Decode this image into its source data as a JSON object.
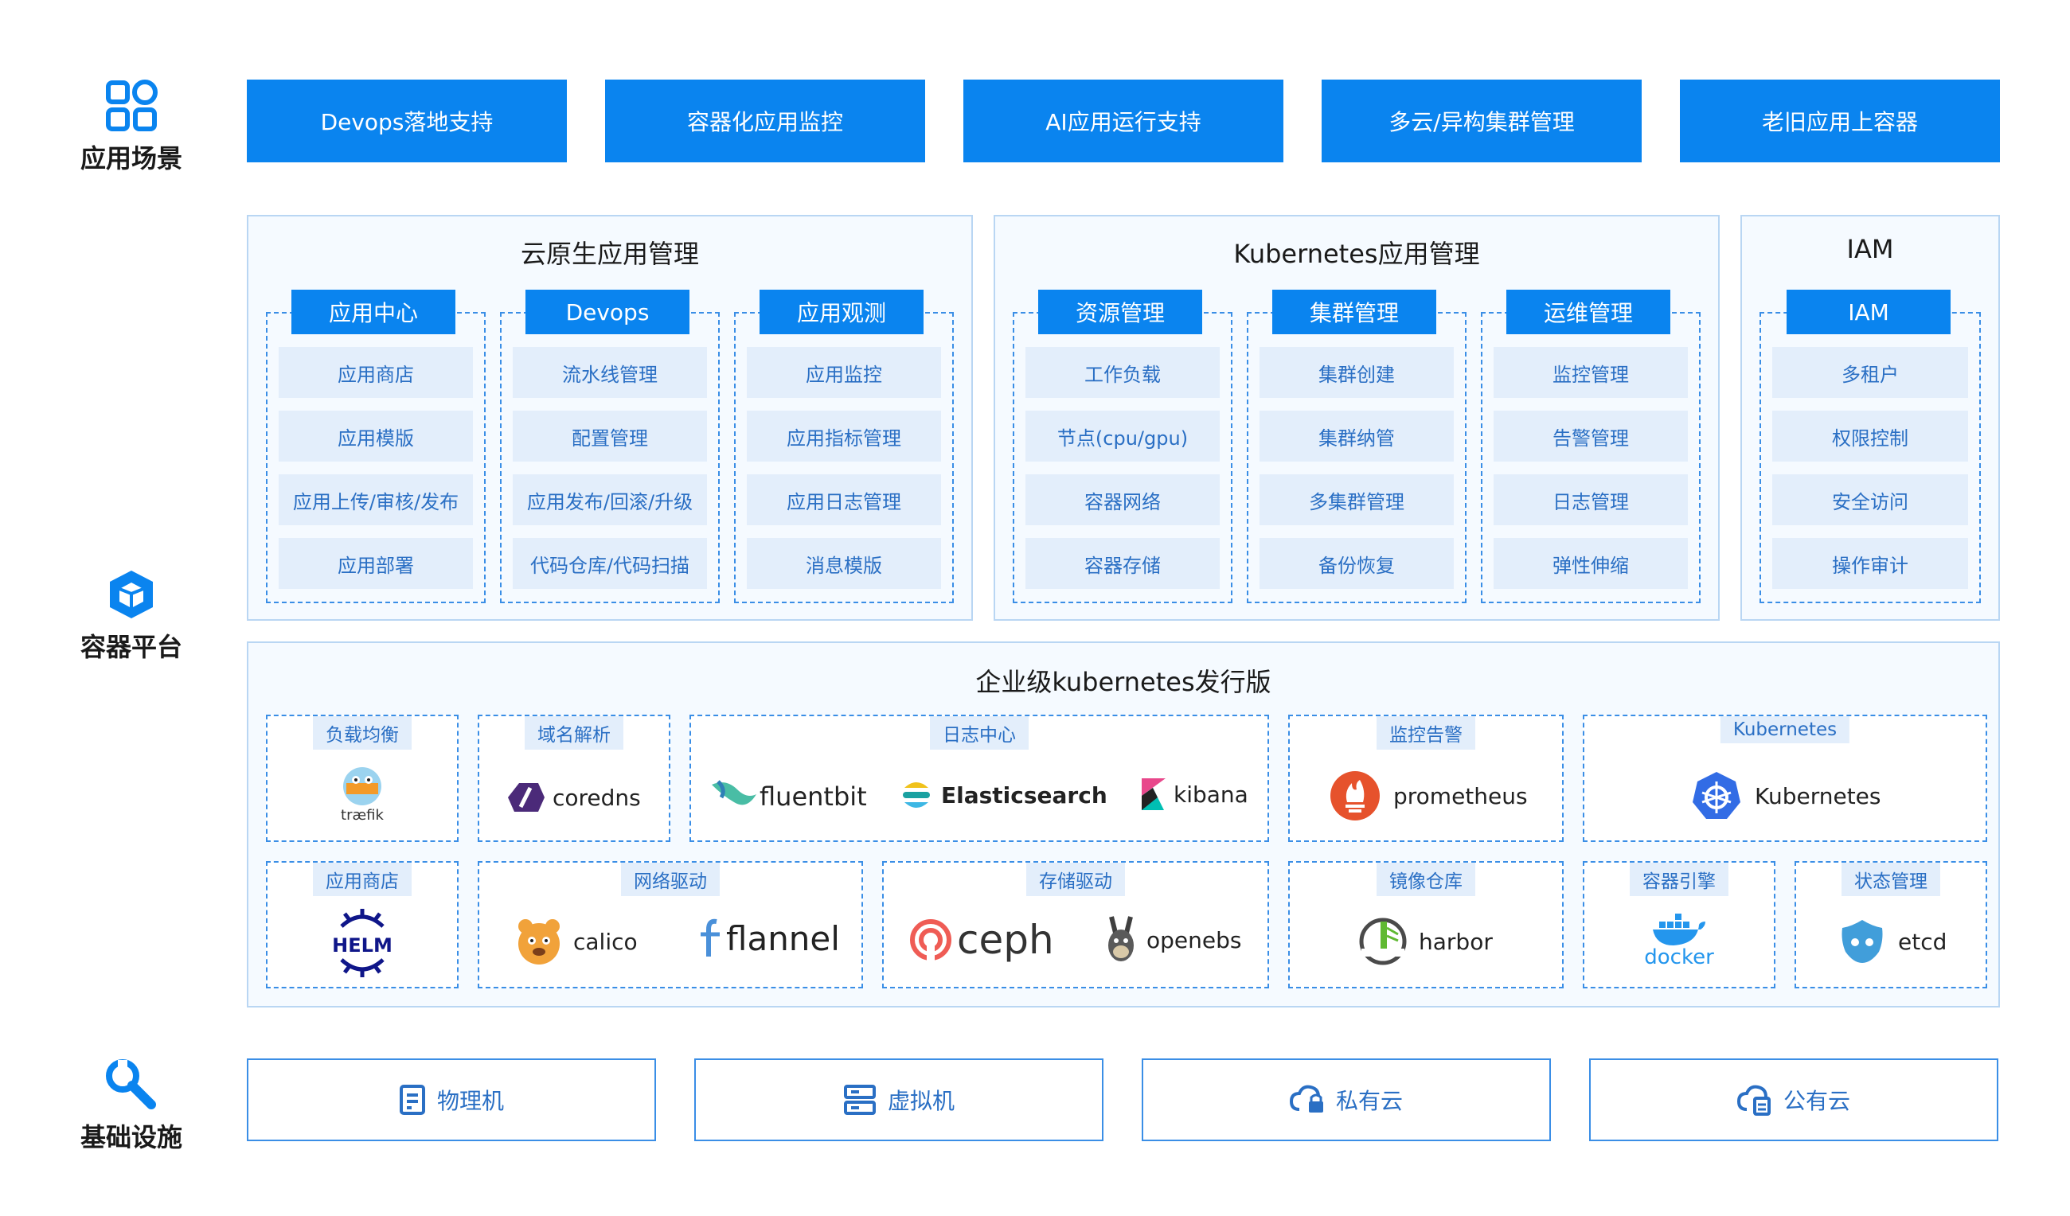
{
  "sides": {
    "scenarios": "应用场景",
    "platform": "容器平台",
    "infra": "基础设施"
  },
  "scenarios": [
    "Devops落地支持",
    "容器化应用监控",
    "AI应用运行支持",
    "多云/异构集群管理",
    "老旧应用上容器"
  ],
  "cloud_native": {
    "title": "云原生应用管理",
    "groups": [
      {
        "head": "应用中心",
        "items": [
          "应用商店",
          "应用模版",
          "应用上传/审核/发布",
          "应用部署"
        ]
      },
      {
        "head": "Devops",
        "items": [
          "流水线管理",
          "配置管理",
          "应用发布/回滚/升级",
          "代码仓库/代码扫描"
        ]
      },
      {
        "head": "应用观测",
        "items": [
          "应用监控",
          "应用指标管理",
          "应用日志管理",
          "消息模版"
        ]
      }
    ]
  },
  "k8s_mgmt": {
    "title": "Kubernetes应用管理",
    "groups": [
      {
        "head": "资源管理",
        "items": [
          "工作负载",
          "节点(cpu/gpu)",
          "容器网络",
          "容器存储"
        ]
      },
      {
        "head": "集群管理",
        "items": [
          "集群创建",
          "集群纳管",
          "多集群管理",
          "备份恢复"
        ]
      },
      {
        "head": "运维管理",
        "items": [
          "监控管理",
          "告警管理",
          "日志管理",
          "弹性伸缩"
        ]
      }
    ]
  },
  "iam": {
    "title": "IAM",
    "group": {
      "head": "IAM",
      "items": [
        "多租户",
        "权限控制",
        "安全访问",
        "操作审计"
      ]
    }
  },
  "distro": {
    "title": "企业级kubernetes发行版",
    "boxes": {
      "lb": {
        "tag": "负载均衡",
        "logo": "træfik"
      },
      "dns": {
        "tag": "域名解析",
        "logo": "coredns"
      },
      "log": {
        "tag": "日志中心",
        "logos": [
          "fluentbit",
          "Elasticsearch",
          "kibana"
        ]
      },
      "mon": {
        "tag": "监控告警",
        "logo": "prometheus"
      },
      "k8s": {
        "tag": "Kubernetes",
        "logo": "Kubernetes"
      },
      "store": {
        "tag": "应用商店",
        "logo": "HELM"
      },
      "net": {
        "tag": "网络驱动",
        "logos": [
          "calico",
          "flannel"
        ]
      },
      "stor": {
        "tag": "存储驱动",
        "logos": [
          "ceph",
          "openebs"
        ]
      },
      "reg": {
        "tag": "镜像仓库",
        "logo": "harbor"
      },
      "eng": {
        "tag": "容器引擎",
        "logo": "docker"
      },
      "state": {
        "tag": "状态管理",
        "logo": "etcd"
      }
    }
  },
  "infra": [
    "物理机",
    "虚拟机",
    "私有云",
    "公有云"
  ],
  "colors": {
    "primary": "#0a84ef",
    "panel_bg": "#f5faff",
    "item_bg": "#e3eefb",
    "item_text": "#2a6fc4"
  }
}
